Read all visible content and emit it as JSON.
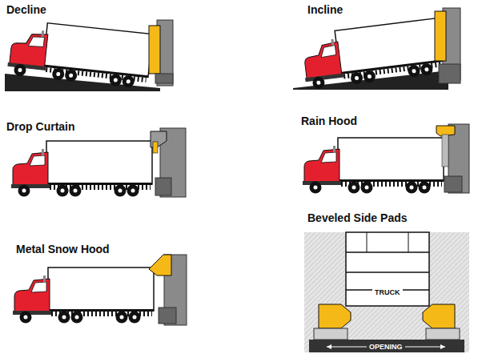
{
  "diagram": {
    "labels": [
      "Decline",
      "Incline",
      "Drop Curtain",
      "Rain Hood",
      "Beveled Side Pads",
      "Metal Snow Hood",
      "TRUCK",
      "OPENING"
    ]
  }
}
